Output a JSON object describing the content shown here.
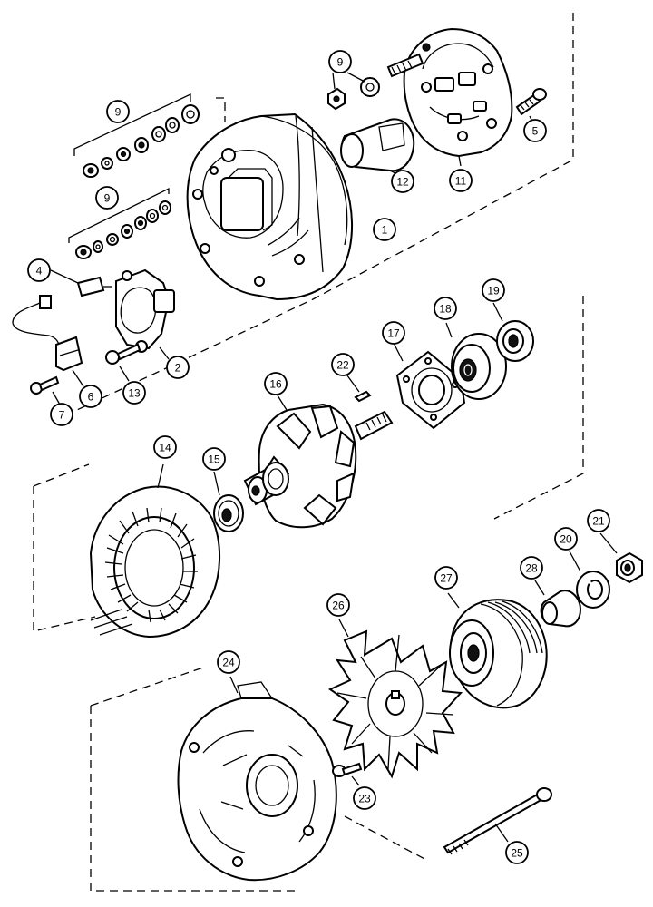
{
  "diagram": {
    "callouts": [
      {
        "id": "c1",
        "text": "1"
      },
      {
        "id": "c2",
        "text": "2"
      },
      {
        "id": "c4",
        "text": "4"
      },
      {
        "id": "c5",
        "text": "5"
      },
      {
        "id": "c6",
        "text": "6"
      },
      {
        "id": "c7",
        "text": "7"
      },
      {
        "id": "c9a",
        "text": "9"
      },
      {
        "id": "c9b",
        "text": "9"
      },
      {
        "id": "c9c",
        "text": "9"
      },
      {
        "id": "c11",
        "text": "11"
      },
      {
        "id": "c12",
        "text": "12"
      },
      {
        "id": "c13",
        "text": "13"
      },
      {
        "id": "c14",
        "text": "14"
      },
      {
        "id": "c15",
        "text": "15"
      },
      {
        "id": "c16",
        "text": "16"
      },
      {
        "id": "c17",
        "text": "17"
      },
      {
        "id": "c18",
        "text": "18"
      },
      {
        "id": "c19",
        "text": "19"
      },
      {
        "id": "c20",
        "text": "20"
      },
      {
        "id": "c21",
        "text": "21"
      },
      {
        "id": "c22",
        "text": "22"
      },
      {
        "id": "c23",
        "text": "23"
      },
      {
        "id": "c24",
        "text": "24"
      },
      {
        "id": "c25",
        "text": "25"
      },
      {
        "id": "c26",
        "text": "26"
      },
      {
        "id": "c27",
        "text": "27"
      },
      {
        "id": "c28",
        "text": "28"
      }
    ]
  }
}
